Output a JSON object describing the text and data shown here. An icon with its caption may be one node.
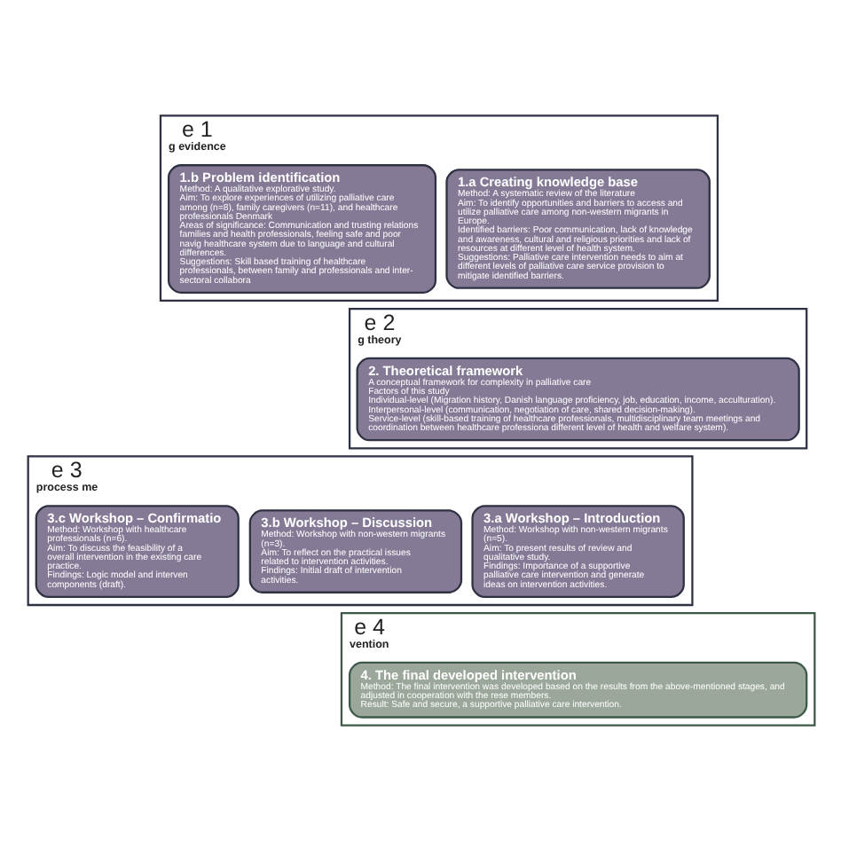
{
  "diagram": {
    "nodes": [
      {
        "text": [
          "e 1",
          "g evidence"
        ]
      },
      {
        "text": [
          "1.a Creating knowledge base",
          "Method: A systematic review of the literature",
          "Aim: To identify opportunities and barriers to access and utilize palliative care among non-western migrants in Europe.",
          "Identified barriers: Poor communication, lack of knowledge and awareness, cultural and religious priorities and lack of resources at different level of health system.",
          "Suggestions: Palliative care intervention needs to aim at different levels of palliative care service provision to mitigate identified barriers."
        ],
        "in": 0
      },
      {
        "text": [
          "1.b Problem identification",
          "Method: A qualitative explorative study.",
          "Aim: To explore experiences of utilizing palliative care among (n=8), family caregivers (n=11), and healthcare professionals Denmark",
          "Areas of significance: Communication and trusting relations families and health professionals, feeling safe and poor navig healthcare system due to language and cultural differences.",
          "Suggestions: Skill based training of healthcare professionals, between family and professionals and inter-sectoral collabora"
        ],
        "in": 0
      },
      {
        "text": [
          "e 2",
          "g theory"
        ]
      },
      {
        "text": [
          "2. Theoretical framework",
          "A conceptual framework for complexity in palliative care",
          "Factors of this study",
          "Individual-level (Migration history, Danish language proficiency, job, education, income, acculturation).",
          "Interpersonal-level (communication, negotiation of care, shared decision-making).",
          "Service-level (skill-based training of healthcare professionals, multidisciplinary team meetings and coordination between healthcare professiona different level of health and welfare system)."
        ],
        "in": 3
      },
      {
        "text": [
          "e 3",
          "process me"
        ]
      },
      {
        "text": [
          "3.a Workshop – Introduction",
          "Method: Workshop with non-western migrants (n=5).",
          "Aim: To present results of review and qualitative study.",
          "Findings: Importance of a supportive palliative care intervention and generate ideas on intervention activities."
        ],
        "in": 5
      },
      {
        "text": [
          "3.b Workshop – Discussion",
          "Method: Workshop with non-western migrants (n=3).",
          "Aim: To reflect on the practical issues related to intervention activities.",
          "Findings: Initial draft of intervention activities."
        ],
        "in": 5
      },
      {
        "text": [
          "3.c Workshop – Confirmatio",
          "Method: Workshop with healthcare professionals (n=6).",
          "Aim: To discuss the feasibility of a overall intervention in the existing care practice.",
          "Findings: Logic model and interven components (draft)."
        ],
        "in": 5
      },
      {
        "text": [
          "e 4",
          "vention"
        ]
      },
      {
        "text": [
          "4. The final developed intervention",
          "Method: The final intervention was developed based on the results from the above-mentioned stages, and adjusted in cooperation with the rese members.",
          "Result: Safe and secure, a supportive palliative care intervention."
        ],
        "in": 9
      }
    ],
    "edges": []
  }
}
